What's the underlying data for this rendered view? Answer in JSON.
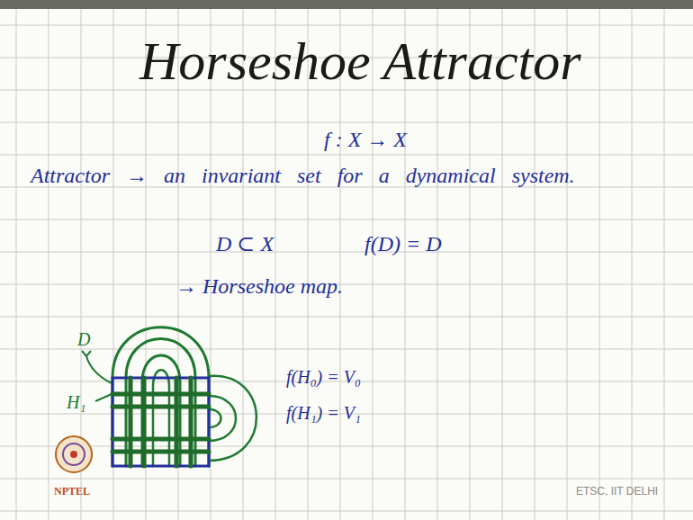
{
  "diagram": {
    "title": "Horseshoe Attractor",
    "labels": [
      "f : X → X",
      "Attractor → an invariant set for a dynamical system.",
      "D ⊂ X",
      "f(D) = D",
      "→ Horseshoe map.",
      "D",
      "H₁",
      "f(H₀) = V₀",
      "f(H₁) = V₁",
      "NPTEL",
      "ETSC, IIT DELHI"
    ]
  }
}
